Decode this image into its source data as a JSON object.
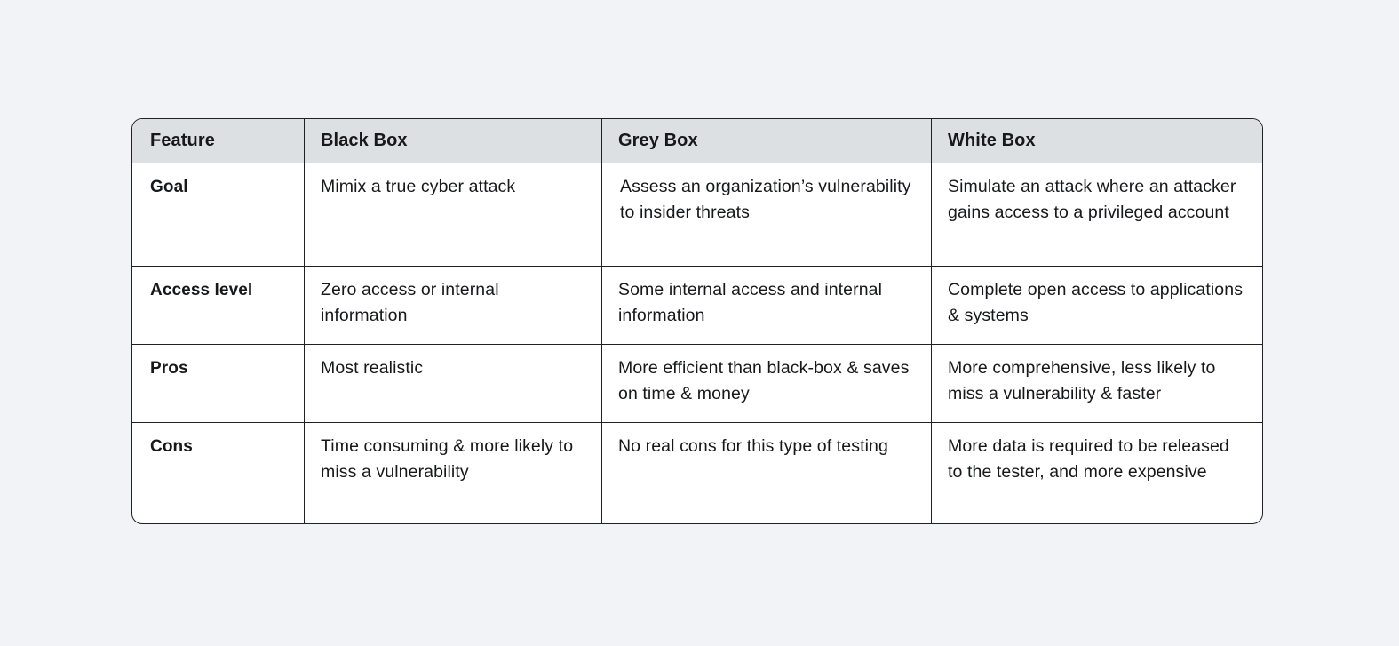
{
  "page": {
    "background_color": "#f1f3f6"
  },
  "table": {
    "header_bg_color": "#dde0e3",
    "cell_bg_color": "#ffffff",
    "border_color": "#202124",
    "headers": [
      "Feature",
      "Black Box",
      "Grey Box",
      "White Box"
    ],
    "rows": [
      {
        "label": "Goal",
        "cells": [
          "Mimix a true cyber attack",
          "Assess an organization’s vulnerability to insider threats",
          "Simulate an attack where an attacker gains access to a privileged account"
        ]
      },
      {
        "label": "Access level",
        "cells": [
          "Zero access or internal information",
          "Some internal access and internal information",
          "Complete open access to applications & systems"
        ]
      },
      {
        "label": "Pros",
        "cells": [
          "Most realistic",
          "More efficient than black-box & saves on time & money",
          "More comprehensive, less likely to miss a vulnerability & faster"
        ]
      },
      {
        "label": "Cons",
        "cells": [
          "Time consuming & more likely to miss a vulnerability",
          "No real cons for this type of testing",
          "More data is required to be released to the tester, and more expensive"
        ]
      }
    ]
  }
}
